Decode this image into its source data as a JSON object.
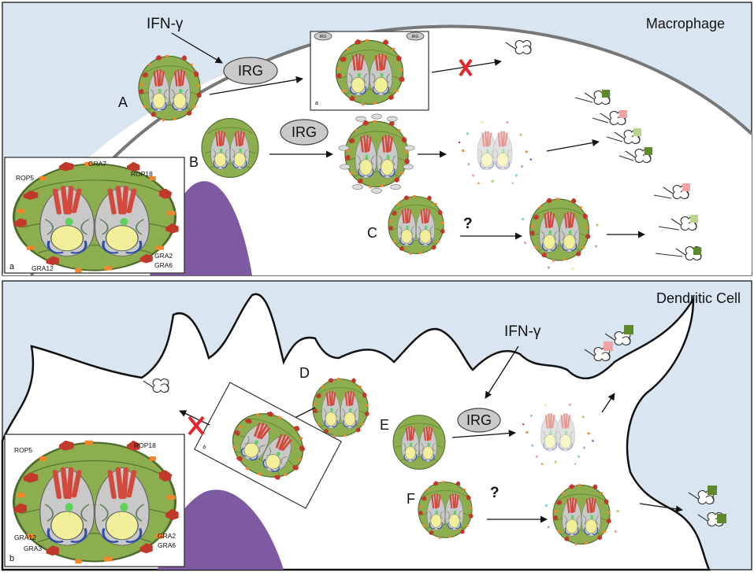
{
  "top_panel": {
    "title": "Macrophage",
    "ifn": "IFN-γ",
    "irg": "IRG",
    "route_labels": [
      "A",
      "B",
      "C"
    ],
    "question": "?",
    "boxed_vacuole": {
      "label": "a",
      "irg_small": "IRG"
    },
    "inset": {
      "label": "a",
      "proteins": [
        "ROP5",
        "GRA7",
        "ROP18",
        "GRA12",
        "GRA2",
        "GRA6"
      ]
    }
  },
  "bottom_panel": {
    "title": "Dendritic Cell",
    "ifn": "IFN-γ",
    "irg": "IRG",
    "route_labels": [
      "D",
      "E",
      "F"
    ],
    "question": "?",
    "boxed_vacuole": {
      "label": "b"
    },
    "inset": {
      "label": "b",
      "proteins": [
        "ROP5",
        "ROP18",
        "GRA12",
        "GRA3",
        "GRA2",
        "GRA6"
      ]
    }
  },
  "colors": {
    "panel_bg": "#d9e5f1",
    "vacuole": "#8cae4f",
    "parasite": "#c7c7c7",
    "nucleus": "#f1ef9a",
    "rhoptry": "#d24a3d",
    "dense_granule": "#f1862c",
    "rop_hexagon": "#c0392b",
    "host_nucleus": "#7e5aa2",
    "blocked_x": "#e8252a"
  }
}
